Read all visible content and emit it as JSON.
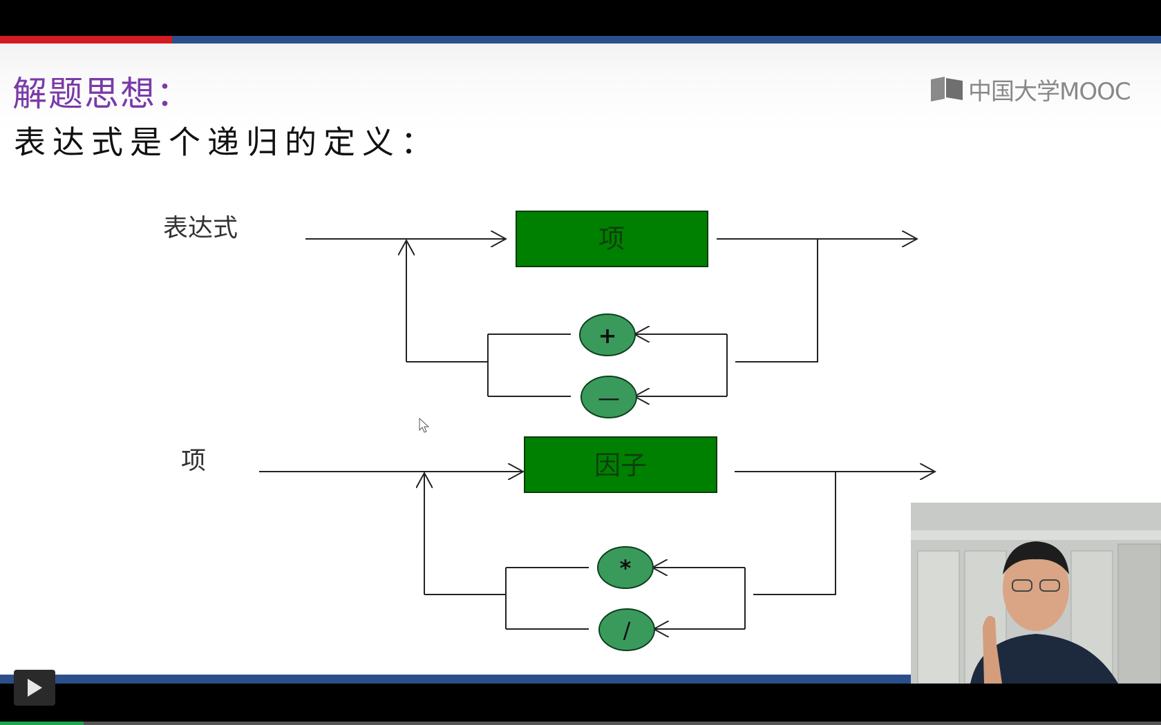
{
  "slide": {
    "title": "解题思想：",
    "subtitle": "表达式是个递归的定义："
  },
  "logo": {
    "text": "中国大学MOOC"
  },
  "diagram1": {
    "label": "表达式",
    "box": "项",
    "op1": "+",
    "op2": "—"
  },
  "diagram2": {
    "label": "项",
    "box": "因子",
    "op1": "*",
    "op2": "/"
  },
  "player": {
    "progress": 0.072
  },
  "colors": {
    "box_fill": "#008000",
    "oval_fill": "#3a9a5c",
    "title": "#7a3aa8",
    "accent_bar": "#2b4f8a",
    "accent_red": "#d21c22",
    "progress": "#1ea64a"
  }
}
